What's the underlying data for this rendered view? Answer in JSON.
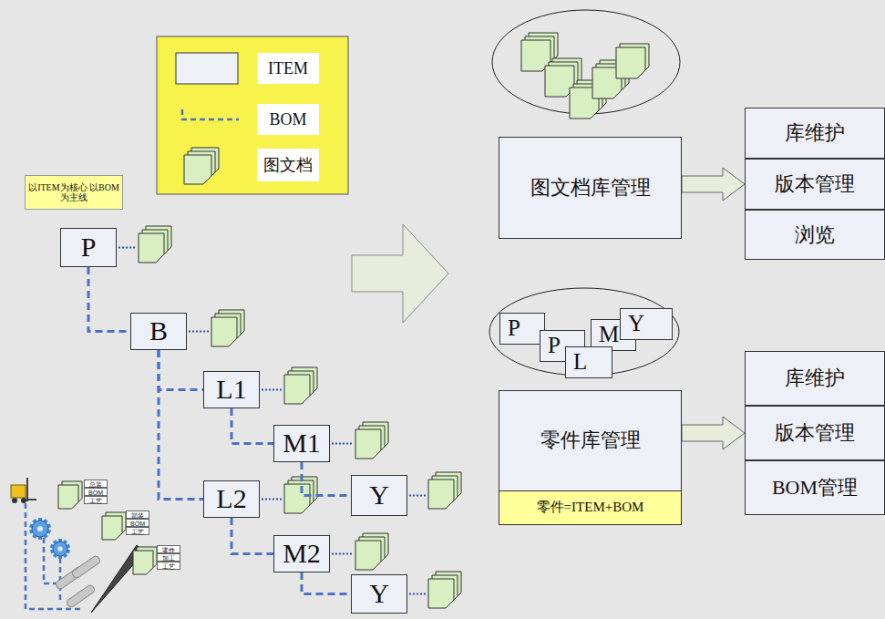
{
  "diagram": {
    "nodes": [
      {
        "text": [
          "以ITEM为核心 以BOM为主线"
        ]
      },
      {
        "text": [
          "P"
        ]
      },
      {
        "text": [
          "B"
        ]
      },
      {
        "text": [
          "L1"
        ]
      },
      {
        "text": [
          "M1"
        ]
      },
      {
        "text": [
          "Y"
        ]
      },
      {
        "text": [
          "L2"
        ]
      },
      {
        "text": [
          "M2"
        ]
      },
      {
        "text": [
          "Y"
        ]
      },
      {
        "text": [
          "图文档库管理"
        ]
      },
      {
        "text": [
          "库维护"
        ]
      },
      {
        "text": [
          "版本管理"
        ]
      },
      {
        "text": [
          "浏览"
        ]
      },
      {
        "text": [
          "P"
        ]
      },
      {
        "text": [
          "P"
        ]
      },
      {
        "text": [
          "M"
        ]
      },
      {
        "text": [
          "L"
        ]
      },
      {
        "text": [
          "Y"
        ]
      },
      {
        "text": [
          "零件库管理"
        ]
      },
      {
        "text": [
          "零件=ITEM+BOM"
        ],
        "in": 18
      },
      {
        "text": [
          "库维护"
        ]
      },
      {
        "text": [
          "版本管理"
        ]
      },
      {
        "text": [
          "BOM管理"
        ]
      }
    ],
    "edges": [
      {
        "from": 1,
        "to": 2,
        "arrow": "none"
      },
      {
        "from": 2,
        "to": 3,
        "arrow": "none"
      },
      {
        "from": 3,
        "to": 4,
        "arrow": "none"
      },
      {
        "from": 4,
        "to": 5,
        "arrow": "none"
      },
      {
        "from": 2,
        "to": 6,
        "arrow": "none"
      },
      {
        "from": 6,
        "to": 7,
        "arrow": "none"
      },
      {
        "from": 7,
        "to": 8,
        "arrow": "none"
      },
      {
        "from": 9,
        "to": 11,
        "arrow": "to"
      },
      {
        "from": 18,
        "to": 21,
        "arrow": "to"
      }
    ],
    "labels": [
      "总装",
      "BOM",
      "工艺",
      "部装",
      "BOM",
      "工艺",
      "零件",
      "加工",
      "工艺"
    ],
    "legend": [
      {
        "text": "ITEM"
      },
      {
        "text": "BOM"
      },
      {
        "text": "图文档"
      }
    ]
  }
}
